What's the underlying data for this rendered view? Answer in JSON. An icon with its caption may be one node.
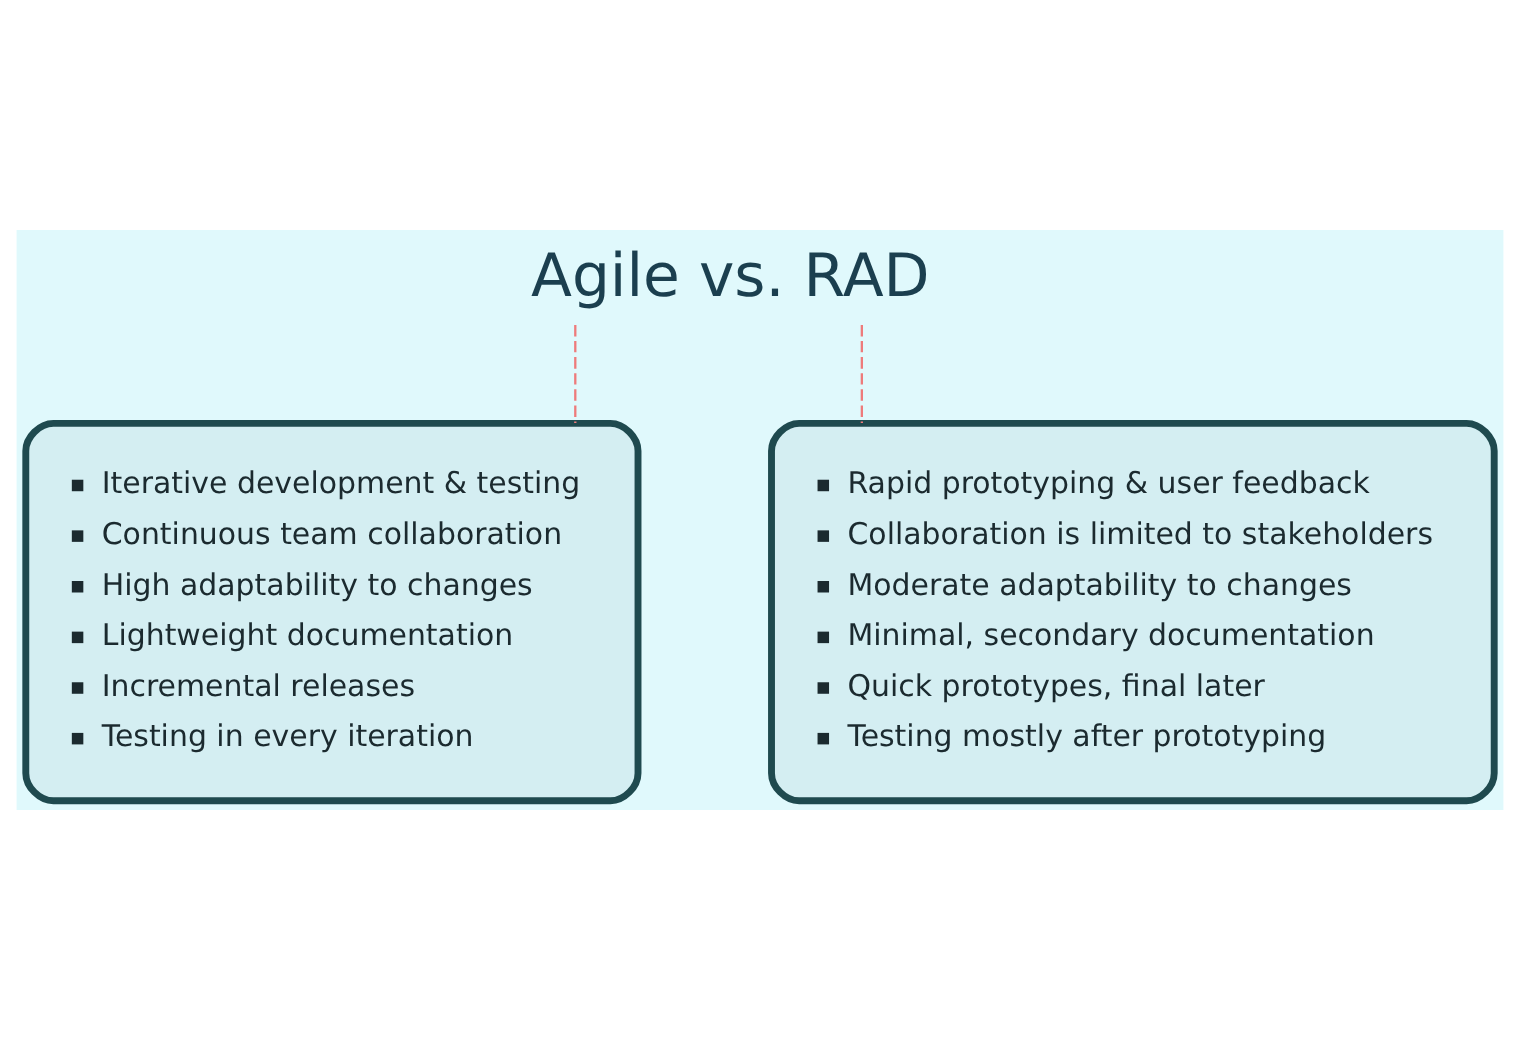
{
  "diagram": {
    "nodes": [
      {
        "text": [
          "Agile vs. RAD"
        ]
      },
      {
        "text": [
          "Iterative development & testing",
          "Continuous team collaboration",
          "High adaptability to changes",
          "Lightweight documentation",
          "Incremental releases",
          "Testing in every iteration"
        ]
      },
      {
        "text": [
          "Rapid prototyping & user feedback",
          "Collaboration is limited to stakeholders",
          "Moderate adaptability to changes",
          "Minimal, secondary documentation",
          "Quick prototypes, final later",
          "Testing mostly after prototyping"
        ]
      }
    ],
    "edges": [
      {
        "from": 0,
        "to": 1,
        "arrow": "none",
        "style": "dashed"
      },
      {
        "from": 0,
        "to": 2,
        "arrow": "none",
        "style": "dashed"
      }
    ]
  }
}
